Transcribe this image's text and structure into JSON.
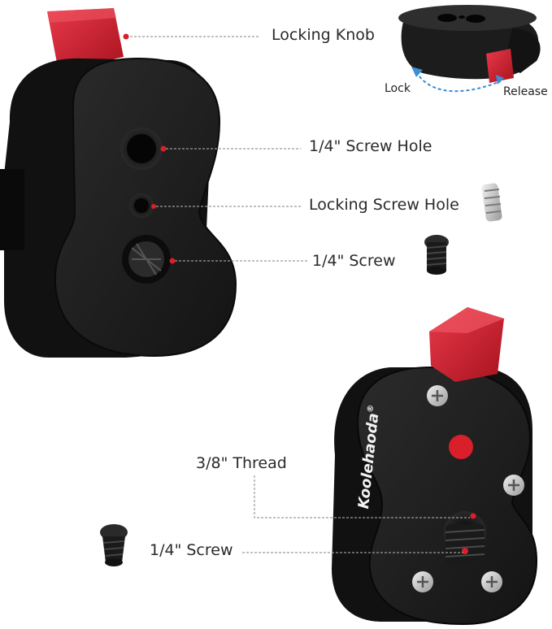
{
  "labels": {
    "locking_knob": "Locking Knob",
    "screw_hole": "1/4\" Screw Hole",
    "locking_screw_hole": "Locking Screw Hole",
    "screw_top": "1/4\" Screw",
    "thread": "3/8\" Thread",
    "screw_bottom": "1/4\" Screw",
    "lock": "Lock",
    "release": "Release"
  },
  "brand": "Koolehaoda",
  "brand_mark": "®",
  "colors": {
    "knob_red": "#d81f2a",
    "body_black": "#1b1b1b",
    "leader_line": "#9a9a9a",
    "arrow_blue": "#3a8fd6"
  }
}
